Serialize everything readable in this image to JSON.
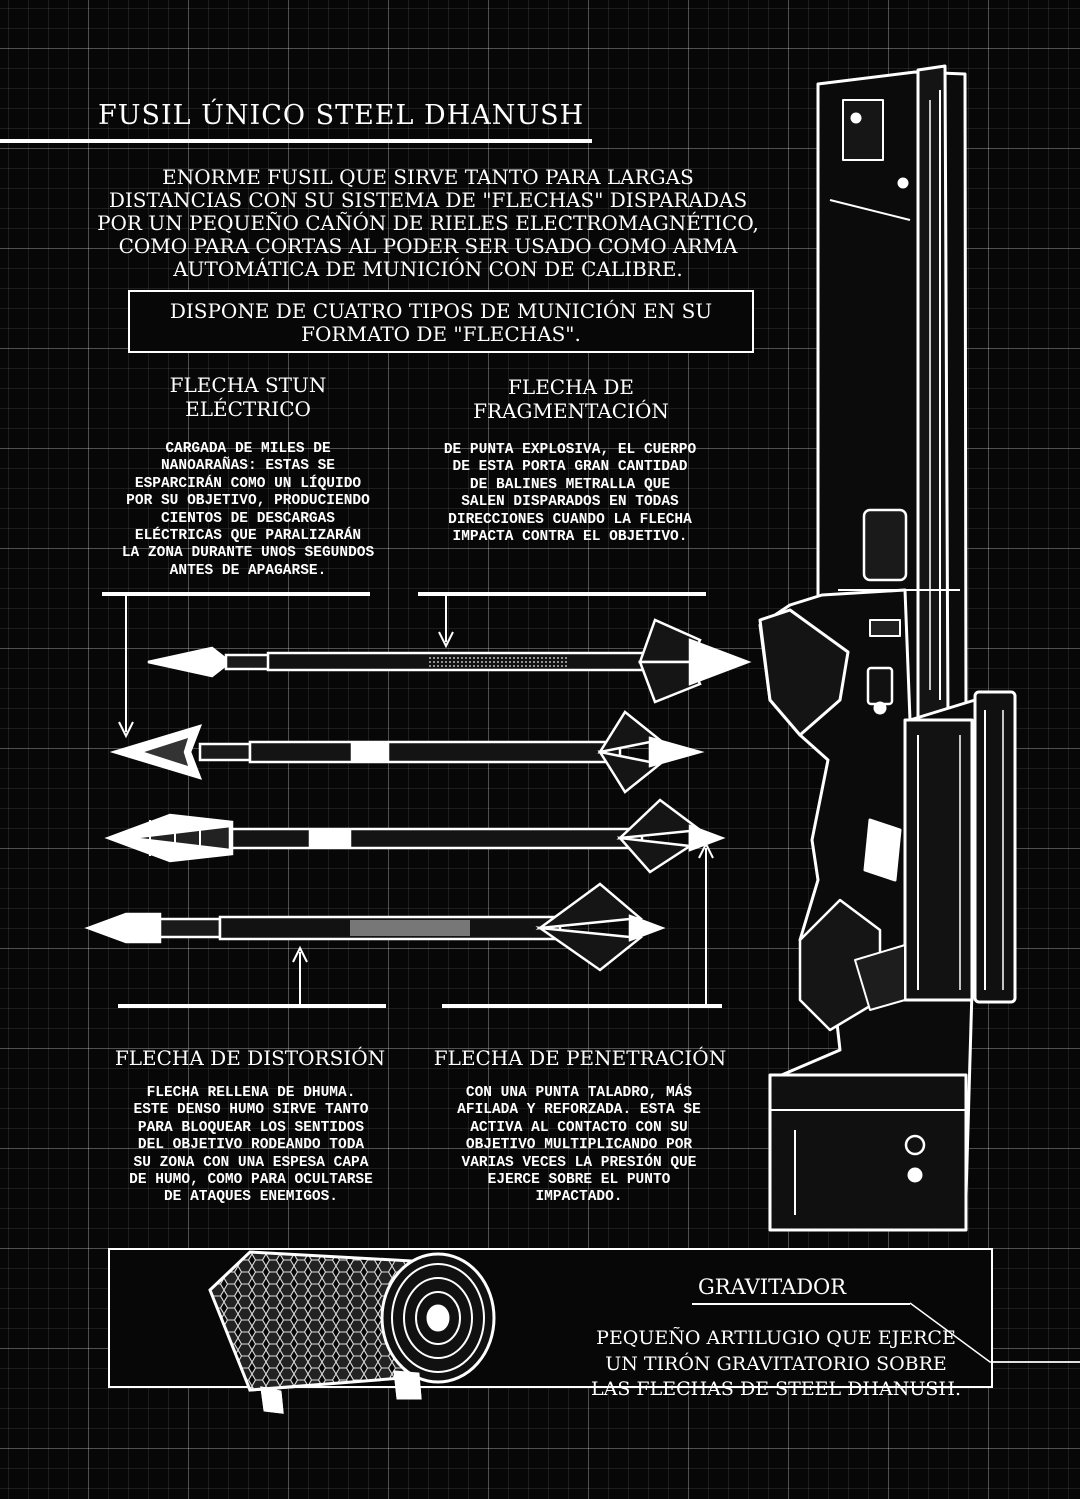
{
  "title": "FUSIL ÚNICO STEEL DHANUSH",
  "intro": "ENORME FUSIL QUE SIRVE TANTO PARA LARGAS\nDISTANCIAS CON SU SISTEMA DE \"FLECHAS\" DISPARADAS\nPOR UN PEQUEÑO CAÑÓN DE RIELES ELECTROMAGNÉTICO,\nCOMO PARA CORTAS AL PODER SER USADO COMO ARMA\nAUTOMÁTICA DE MUNICIÓN CON DE CALIBRE.",
  "ammo_note": "DISPONE DE CUATRO TIPOS DE MUNICIÓN EN SU\nFORMATO DE \"FLECHAS\".",
  "arrows": {
    "stun": {
      "title": "FLECHA STUN\nELÉCTRICO",
      "body": "CARGADA DE MILES DE\nNANOARAÑAS: ESTAS SE\nESPARCIRÁN COMO UN LÍQUIDO\nPOR SU OBJETIVO, PRODUCIENDO\nCIENTOS DE DESCARGAS\nELÉCTRICAS QUE PARALIZARÁN\nLA ZONA DURANTE UNOS SEGUNDOS\nANTES DE APAGARSE."
    },
    "fragmentation": {
      "title": "FLECHA DE\nFRAGMENTACIÓN",
      "body": "DE PUNTA EXPLOSIVA, EL CUERPO\nDE ESTA PORTA GRAN CANTIDAD\nDE BALINES METRALLA QUE\nSALEN DISPARADOS EN TODAS\nDIRECCIONES CUANDO LA FLECHA\nIMPACTA CONTRA EL OBJETIVO."
    },
    "distortion": {
      "title": "FLECHA DE DISTORSIÓN",
      "body": "FLECHA RELLENA DE DHUMA.\nESTE DENSO HUMO SIRVE TANTO\nPARA BLOQUEAR LOS SENTIDOS\nDEL OBJETIVO RODEANDO TODA\nSU ZONA CON UNA ESPESA CAPA\nDE HUMO, COMO PARA OCULTARSE\nDE ATAQUES ENEMIGOS."
    },
    "penetration": {
      "title": "FLECHA DE PENETRACIÓN",
      "body": "CON UNA PUNTA TALADRO, MÁS\nAFILADA Y REFORZADA. ESTA SE\nACTIVA AL CONTACTO CON SU\nOBJETIVO MULTIPLICANDO POR\nVARIAS VECES LA PRESIÓN QUE\nEJERCE SOBRE EL PUNTO\nIMPACTADO."
    }
  },
  "gravitator": {
    "title": "GRAVITADOR",
    "body": "PEQUEÑO ARTILUGIO QUE EJERCE\nUN TIRÓN GRAVITATORIO SOBRE\nLAS FLECHAS DE STEEL DHANUSH."
  }
}
